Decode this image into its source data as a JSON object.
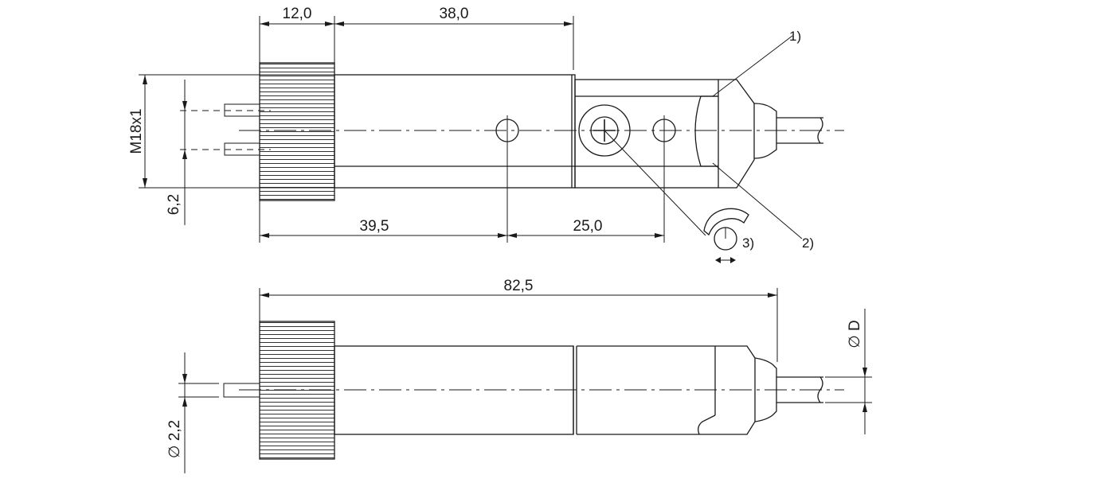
{
  "dimensions": {
    "d1": "12,0",
    "d2": "38,0",
    "d3": "M18x1",
    "d4": "6,2",
    "d5": "39,5",
    "d6": "25,0",
    "d7": "82,5",
    "d8": "∅ D",
    "d9": "∅ 2,2"
  },
  "callouts": {
    "c1": "1)",
    "c2": "2)",
    "c3": "3)"
  },
  "colors": {
    "line": "#1a1a1a",
    "background": "#ffffff"
  }
}
